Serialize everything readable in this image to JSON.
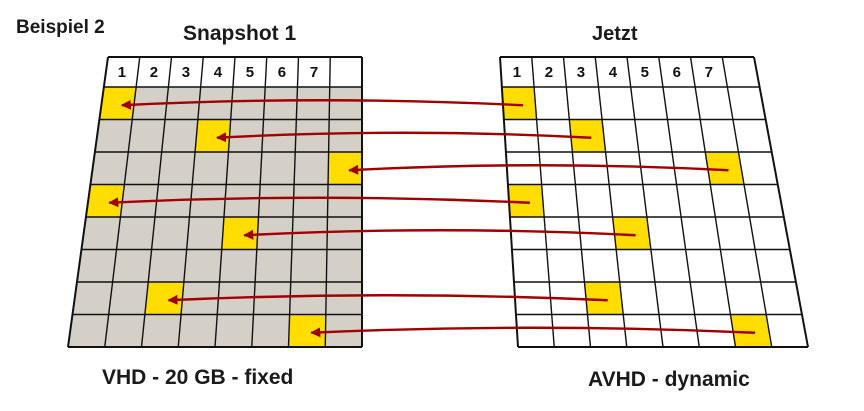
{
  "example_label": "Beispiel 2",
  "left_disk": {
    "title": "Snapshot 1",
    "caption": "VHD - 20 GB - fixed",
    "column_numbers": [
      "1",
      "2",
      "3",
      "4",
      "5",
      "6",
      "7"
    ],
    "rows": 8,
    "cells": "allocated",
    "highlighted_blocks": [
      {
        "row": 1,
        "col": 1
      },
      {
        "row": 2,
        "col": 4
      },
      {
        "row": 3,
        "col": 8
      },
      {
        "row": 4,
        "col": 1
      },
      {
        "row": 5,
        "col": 5
      },
      {
        "row": 7,
        "col": 3
      },
      {
        "row": 8,
        "col": 7
      }
    ]
  },
  "right_disk": {
    "title": "Jetzt",
    "caption": "AVHD - dynamic",
    "column_numbers": [
      "1",
      "2",
      "3",
      "4",
      "5",
      "6",
      "7"
    ],
    "rows": 8,
    "cells": "empty",
    "highlighted_blocks": [
      {
        "row": 1,
        "col": 1
      },
      {
        "row": 2,
        "col": 3
      },
      {
        "row": 3,
        "col": 7
      },
      {
        "row": 4,
        "col": 1
      },
      {
        "row": 5,
        "col": 4
      },
      {
        "row": 7,
        "col": 3
      },
      {
        "row": 8,
        "col": 7
      }
    ]
  },
  "arrows": [
    {
      "from_right_block": 1,
      "to_left_block": 1
    },
    {
      "from_right_block": 2,
      "to_left_block": 2
    },
    {
      "from_right_block": 3,
      "to_left_block": 3
    },
    {
      "from_right_block": 4,
      "to_left_block": 4
    },
    {
      "from_right_block": 5,
      "to_left_block": 5
    },
    {
      "from_right_block": 6,
      "to_left_block": 6
    },
    {
      "from_right_block": 7,
      "to_left_block": 7
    }
  ],
  "colors": {
    "left_fill": "#d4d0c8",
    "right_fill": "#ffffff",
    "grid_line": "#111111",
    "block": "#ffdd00",
    "arrow": "#a00000"
  }
}
